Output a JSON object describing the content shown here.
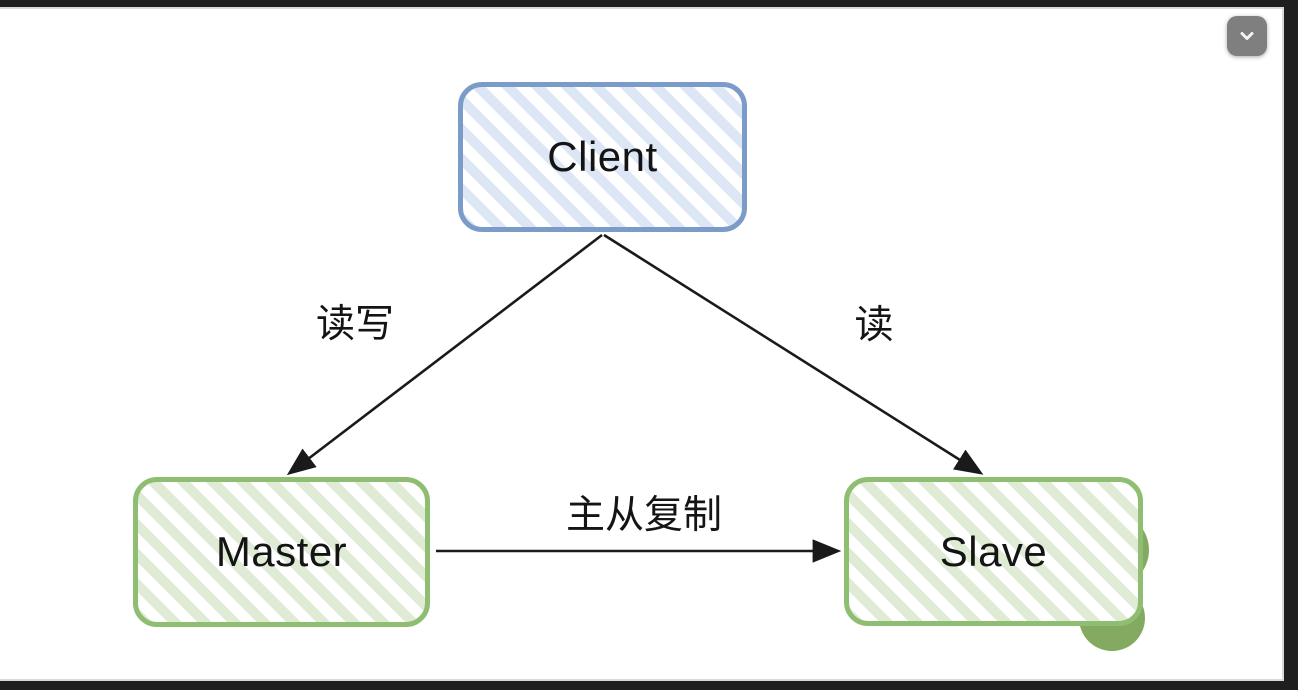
{
  "window": {
    "collapse_button": {
      "icon": "chevron-down"
    }
  },
  "diagram": {
    "title": "master-slave-replication",
    "nodes": [
      {
        "id": "client",
        "label": "Client",
        "style": "blue-hatched"
      },
      {
        "id": "master",
        "label": "Master",
        "style": "green-hatched"
      },
      {
        "id": "slave",
        "label": "Slave",
        "style": "green-hatched"
      }
    ],
    "edges": [
      {
        "from": "client",
        "to": "master",
        "label": "读写"
      },
      {
        "from": "client",
        "to": "slave",
        "label": "读"
      },
      {
        "from": "master",
        "to": "slave",
        "label": "主从复制"
      }
    ]
  },
  "colors": {
    "blue_node_border": "#7b9cc8",
    "blue_node_hatch": "#dce6f5",
    "green_node_border": "#8fbd71",
    "green_node_hatch": "#dfebd5",
    "blob_green": "#84aa61",
    "arrow": "#1a1a1a",
    "frame_background": "#1e1e1e",
    "button_gray": "#7f7f7f"
  }
}
